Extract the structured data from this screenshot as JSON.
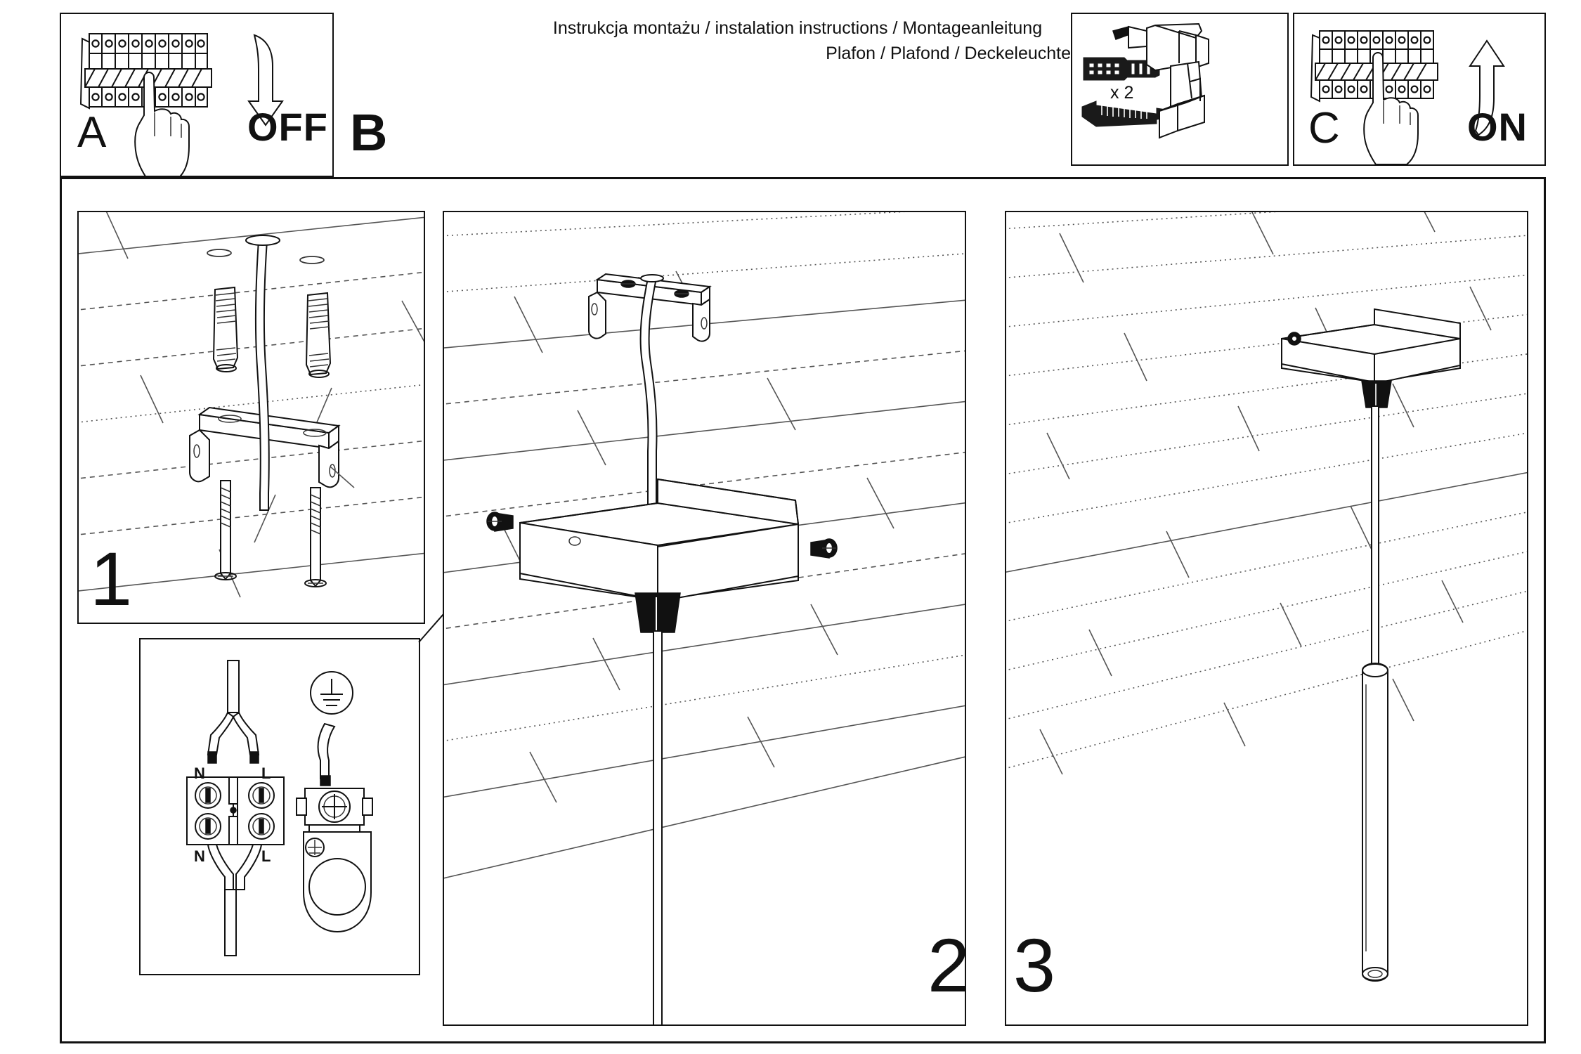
{
  "document": {
    "header_line1": "Instrukcja montażu / instalation instructions / Montageanleitung",
    "header_line2": "Plafon / Plafond / Deckeleuchte"
  },
  "prep_steps": [
    {
      "letter": "A",
      "action_label": "OFF",
      "icon": "circuit-breaker-hand-down",
      "arrow": "arrow-down"
    },
    {
      "letter": "B",
      "action_label": "",
      "icon": "drill-anchor-screw",
      "quantity_label": "x 2"
    },
    {
      "letter": "C",
      "action_label": "ON",
      "icon": "circuit-breaker-hand-up",
      "arrow": "arrow-up"
    }
  ],
  "install_steps": [
    {
      "number": "1",
      "name": "mount-bracket-to-ceiling",
      "parts": [
        "wall-anchor",
        "wall-anchor",
        "mounting-bracket",
        "screw",
        "screw",
        "supply-cable"
      ]
    },
    {
      "number": "2",
      "name": "attach-canopy-and-wire",
      "parts": [
        "mounting-bracket",
        "canopy-box",
        "side-screw",
        "side-screw",
        "cable-grip",
        "pendant-cable"
      ]
    },
    {
      "number": "3",
      "name": "finished-pendant-lamp",
      "parts": [
        "canopy-box",
        "pendant-cable",
        "tube-lamp"
      ]
    }
  ],
  "wiring_detail": {
    "name": "terminal-block-wiring",
    "terminal_top_left": "N",
    "terminal_top_right": "L",
    "terminal_bottom_left": "N",
    "terminal_bottom_right": "L",
    "earth_symbol": "earth-ground-icon"
  },
  "colors": {
    "line": "#111111",
    "ceiling_line": "#555555",
    "background": "#ffffff"
  }
}
